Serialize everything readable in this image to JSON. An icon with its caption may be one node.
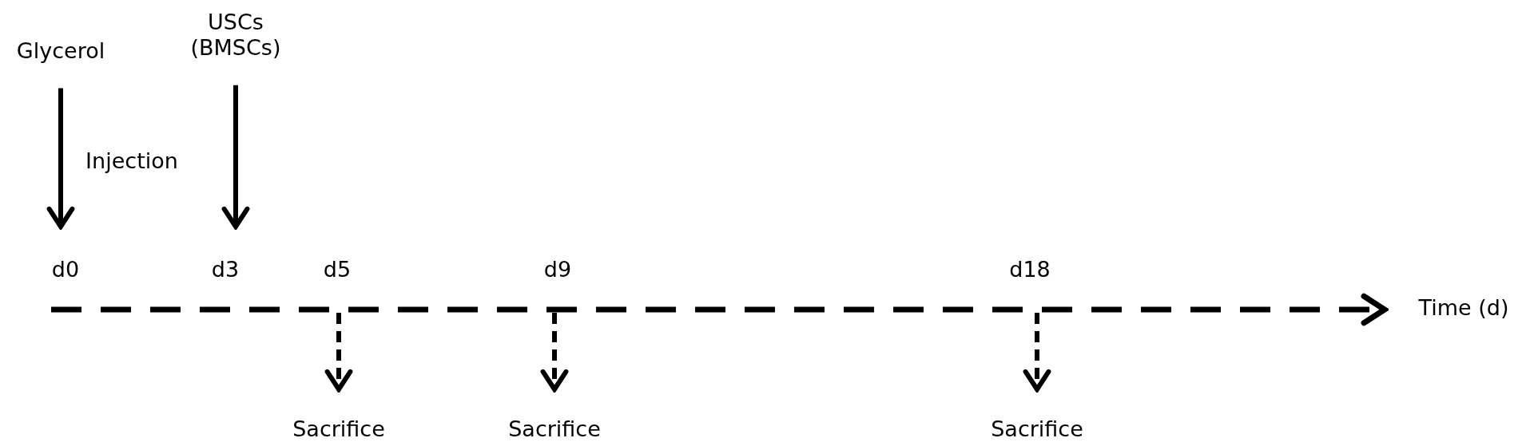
{
  "diagram": {
    "nodes": [
      {
        "text": [
          "Glycerol"
        ]
      },
      {
        "text": [
          "USCs (BMSCs)"
        ]
      },
      {
        "text": [
          "Sacrifice"
        ]
      },
      {
        "text": [
          "Sacrifice"
        ]
      },
      {
        "text": [
          "Sacrifice"
        ]
      }
    ],
    "edges": [
      {
        "from": 0,
        "to": null,
        "arrow": "to"
      },
      {
        "from": 1,
        "to": null,
        "arrow": "to"
      },
      {
        "from": null,
        "to": 2,
        "arrow": "to",
        "style": "dashed"
      },
      {
        "from": null,
        "to": 3,
        "arrow": "to",
        "style": "dashed"
      },
      {
        "from": null,
        "to": 4,
        "arrow": "to",
        "style": "dashed"
      }
    ],
    "labels": [
      "Injection",
      "d0",
      "d3",
      "d5",
      "d9",
      "d18",
      "Time (d)"
    ]
  }
}
